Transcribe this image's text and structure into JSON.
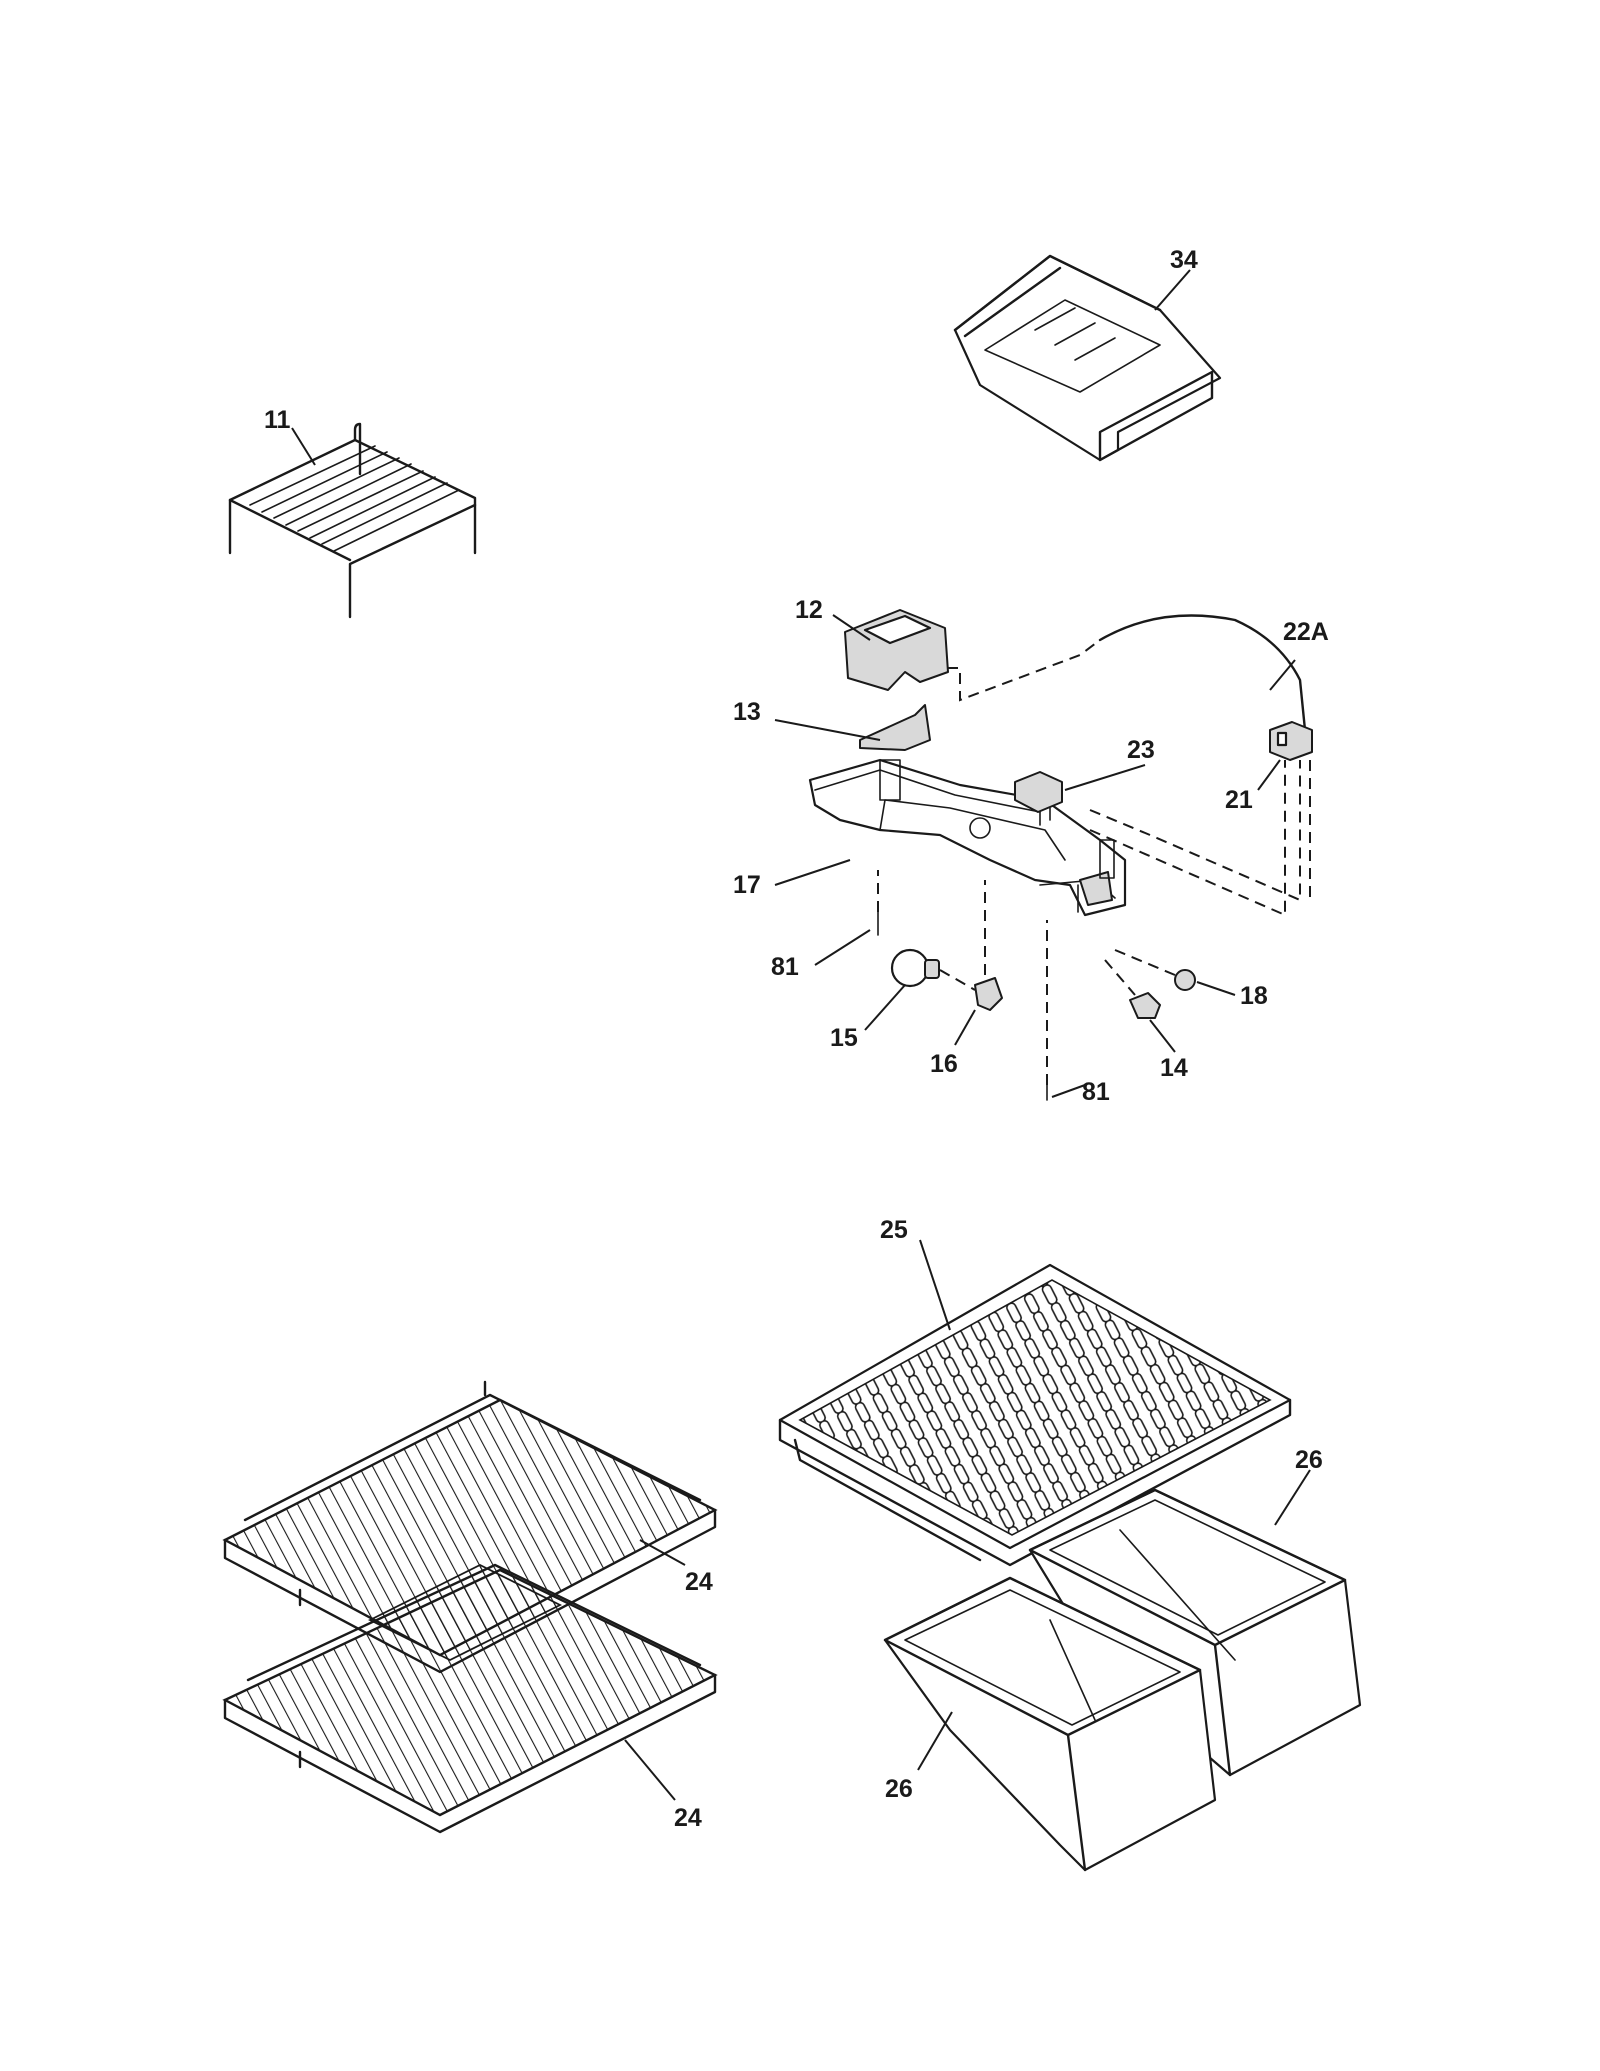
{
  "callouts": {
    "c11": "11",
    "c12": "12",
    "c13": "13",
    "c14": "14",
    "c15": "15",
    "c16": "16",
    "c17": "17",
    "c18": "18",
    "c21": "21",
    "c22a": "22A",
    "c23": "23",
    "c24_upper": "24",
    "c24_lower": "24",
    "c25": "25",
    "c26_right": "26",
    "c26_left": "26",
    "c34": "34",
    "c81_left": "81",
    "c81_right": "81"
  }
}
